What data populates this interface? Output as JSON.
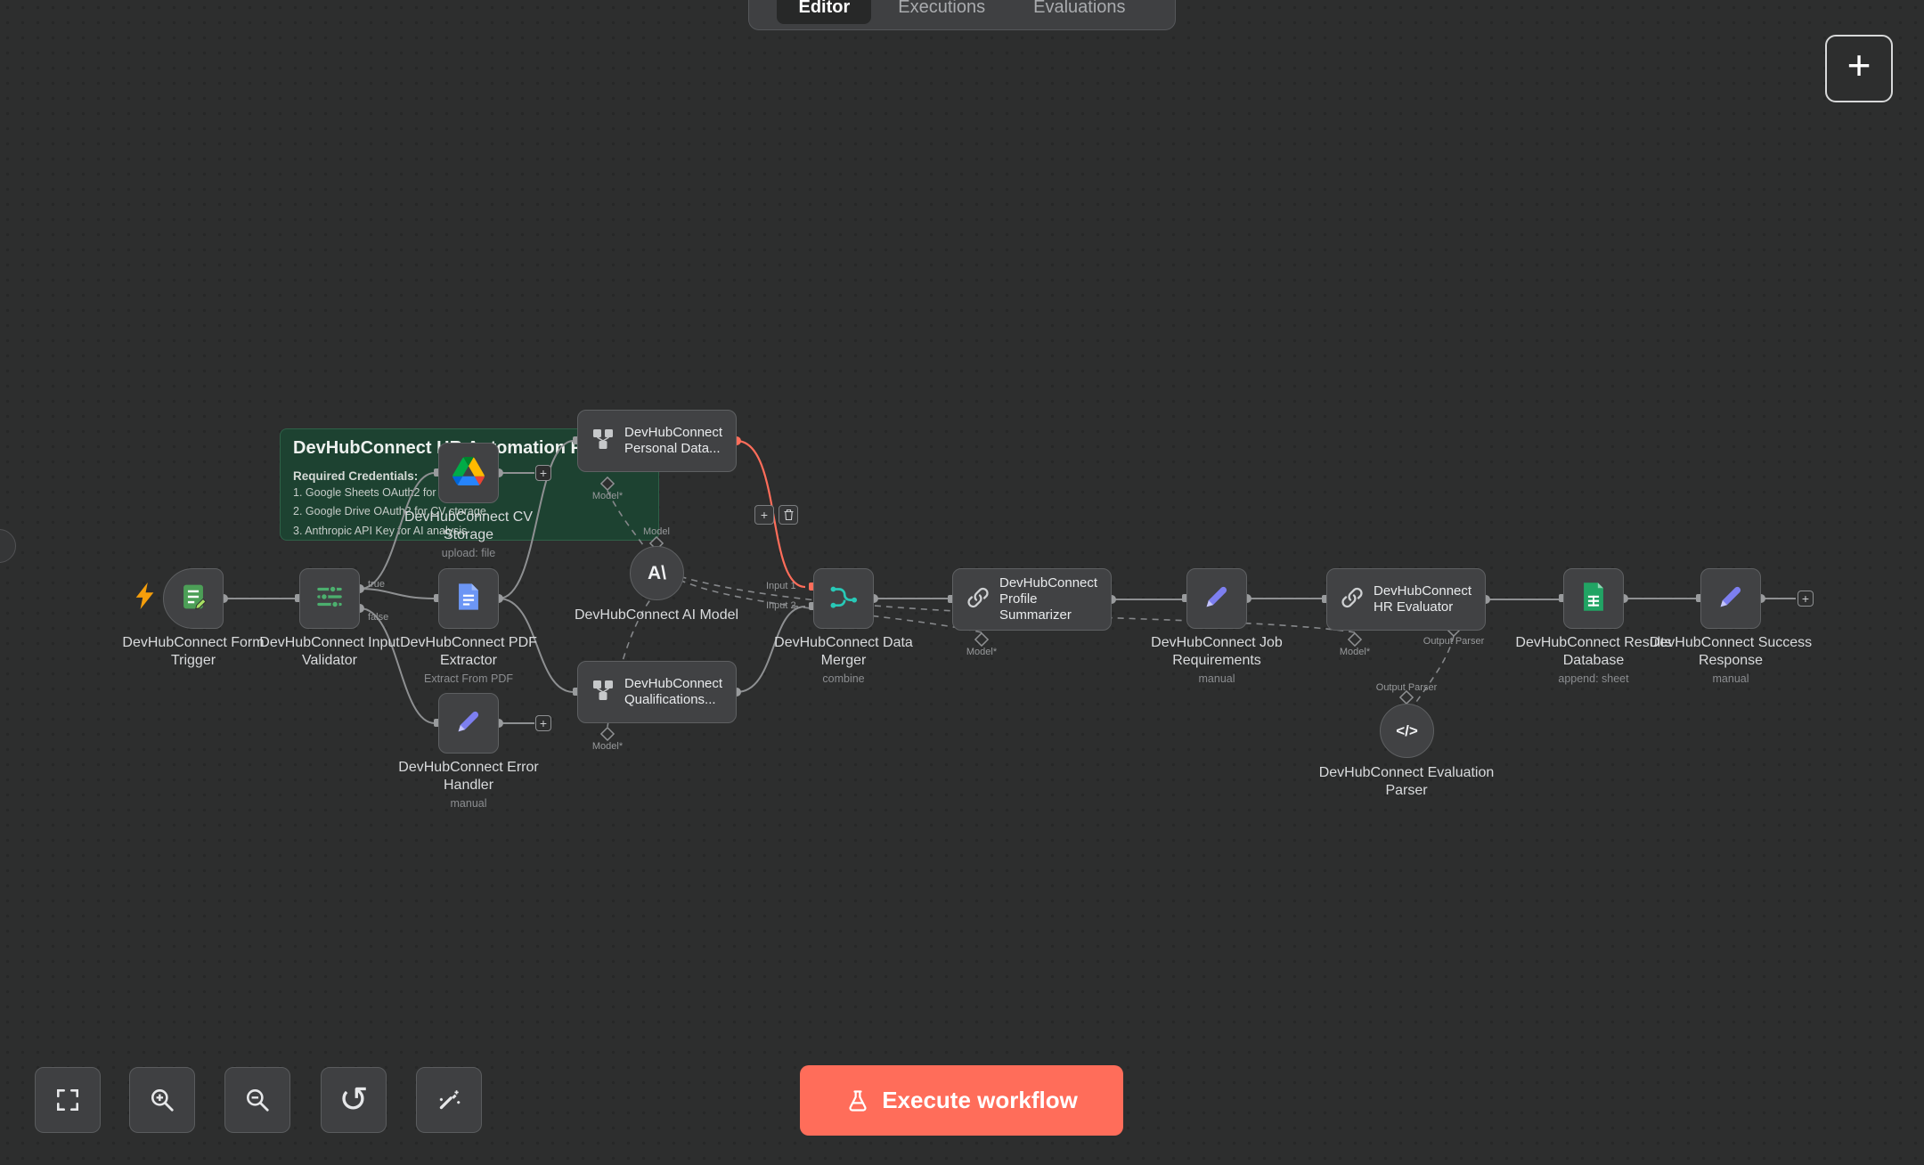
{
  "tabs": {
    "items": [
      {
        "label": "Editor",
        "active": true
      },
      {
        "label": "Executions",
        "active": false
      },
      {
        "label": "Evaluations",
        "active": false
      }
    ]
  },
  "toolbar": {
    "add_node_icon": "+",
    "execute_label": "Execute workflow"
  },
  "sticky": {
    "title": "DevHubConnect HR Automation Pipeline",
    "subtitle": "Required Credentials:",
    "items": [
      "1. Google Sheets OAuth2 for candidates",
      "2. Google Drive OAuth2 for CV storage",
      "3. Anthropic API Key for AI analysis"
    ]
  },
  "connector_labels": {
    "true_out": "true",
    "false_out": "false",
    "input1": "Input 1",
    "input2": "Input 2",
    "model_req": "Model*",
    "model": "Model",
    "output_parser": "Output Parser"
  },
  "nodes": {
    "form_trigger": {
      "name": "DevHubConnect Form Trigger"
    },
    "input_validator": {
      "name": "DevHubConnect Input Validator"
    },
    "cv_storage": {
      "name": "DevHubConnect CV Storage",
      "subtitle": "upload: file"
    },
    "pdf_extractor": {
      "name": "DevHubConnect PDF Extractor",
      "subtitle": "Extract From PDF"
    },
    "error_handler": {
      "name": "DevHubConnect Error Handler",
      "subtitle": "manual"
    },
    "personal_data": {
      "name": "DevHubConnect Personal Data..."
    },
    "qualifications": {
      "name": "DevHubConnect Qualifications..."
    },
    "ai_model": {
      "name": "DevHubConnect AI Model",
      "icon_text": "A\\"
    },
    "data_merger": {
      "name": "DevHubConnect Data Merger",
      "subtitle": "combine"
    },
    "profile_summarizer": {
      "name": "DevHubConnect Profile Summarizer"
    },
    "job_requirements": {
      "name": "DevHubConnect Job Requirements",
      "subtitle": "manual"
    },
    "hr_evaluator": {
      "name": "DevHubConnect HR Evaluator"
    },
    "results_database": {
      "name": "DevHubConnect Results Database",
      "subtitle": "append: sheet"
    },
    "success_response": {
      "name": "DevHubConnect Success Response",
      "subtitle": "manual"
    },
    "evaluation_parser": {
      "name": "DevHubConnect Evaluation Parser",
      "icon_text": "</>"
    }
  },
  "colors": {
    "accent": "#ff6d5a",
    "canvas_bg": "#2d2e2e",
    "node_bg": "#414244",
    "sticky_bg": "#1d4231",
    "connection": "#8e9092",
    "error_connection": "#ff6d5a"
  }
}
